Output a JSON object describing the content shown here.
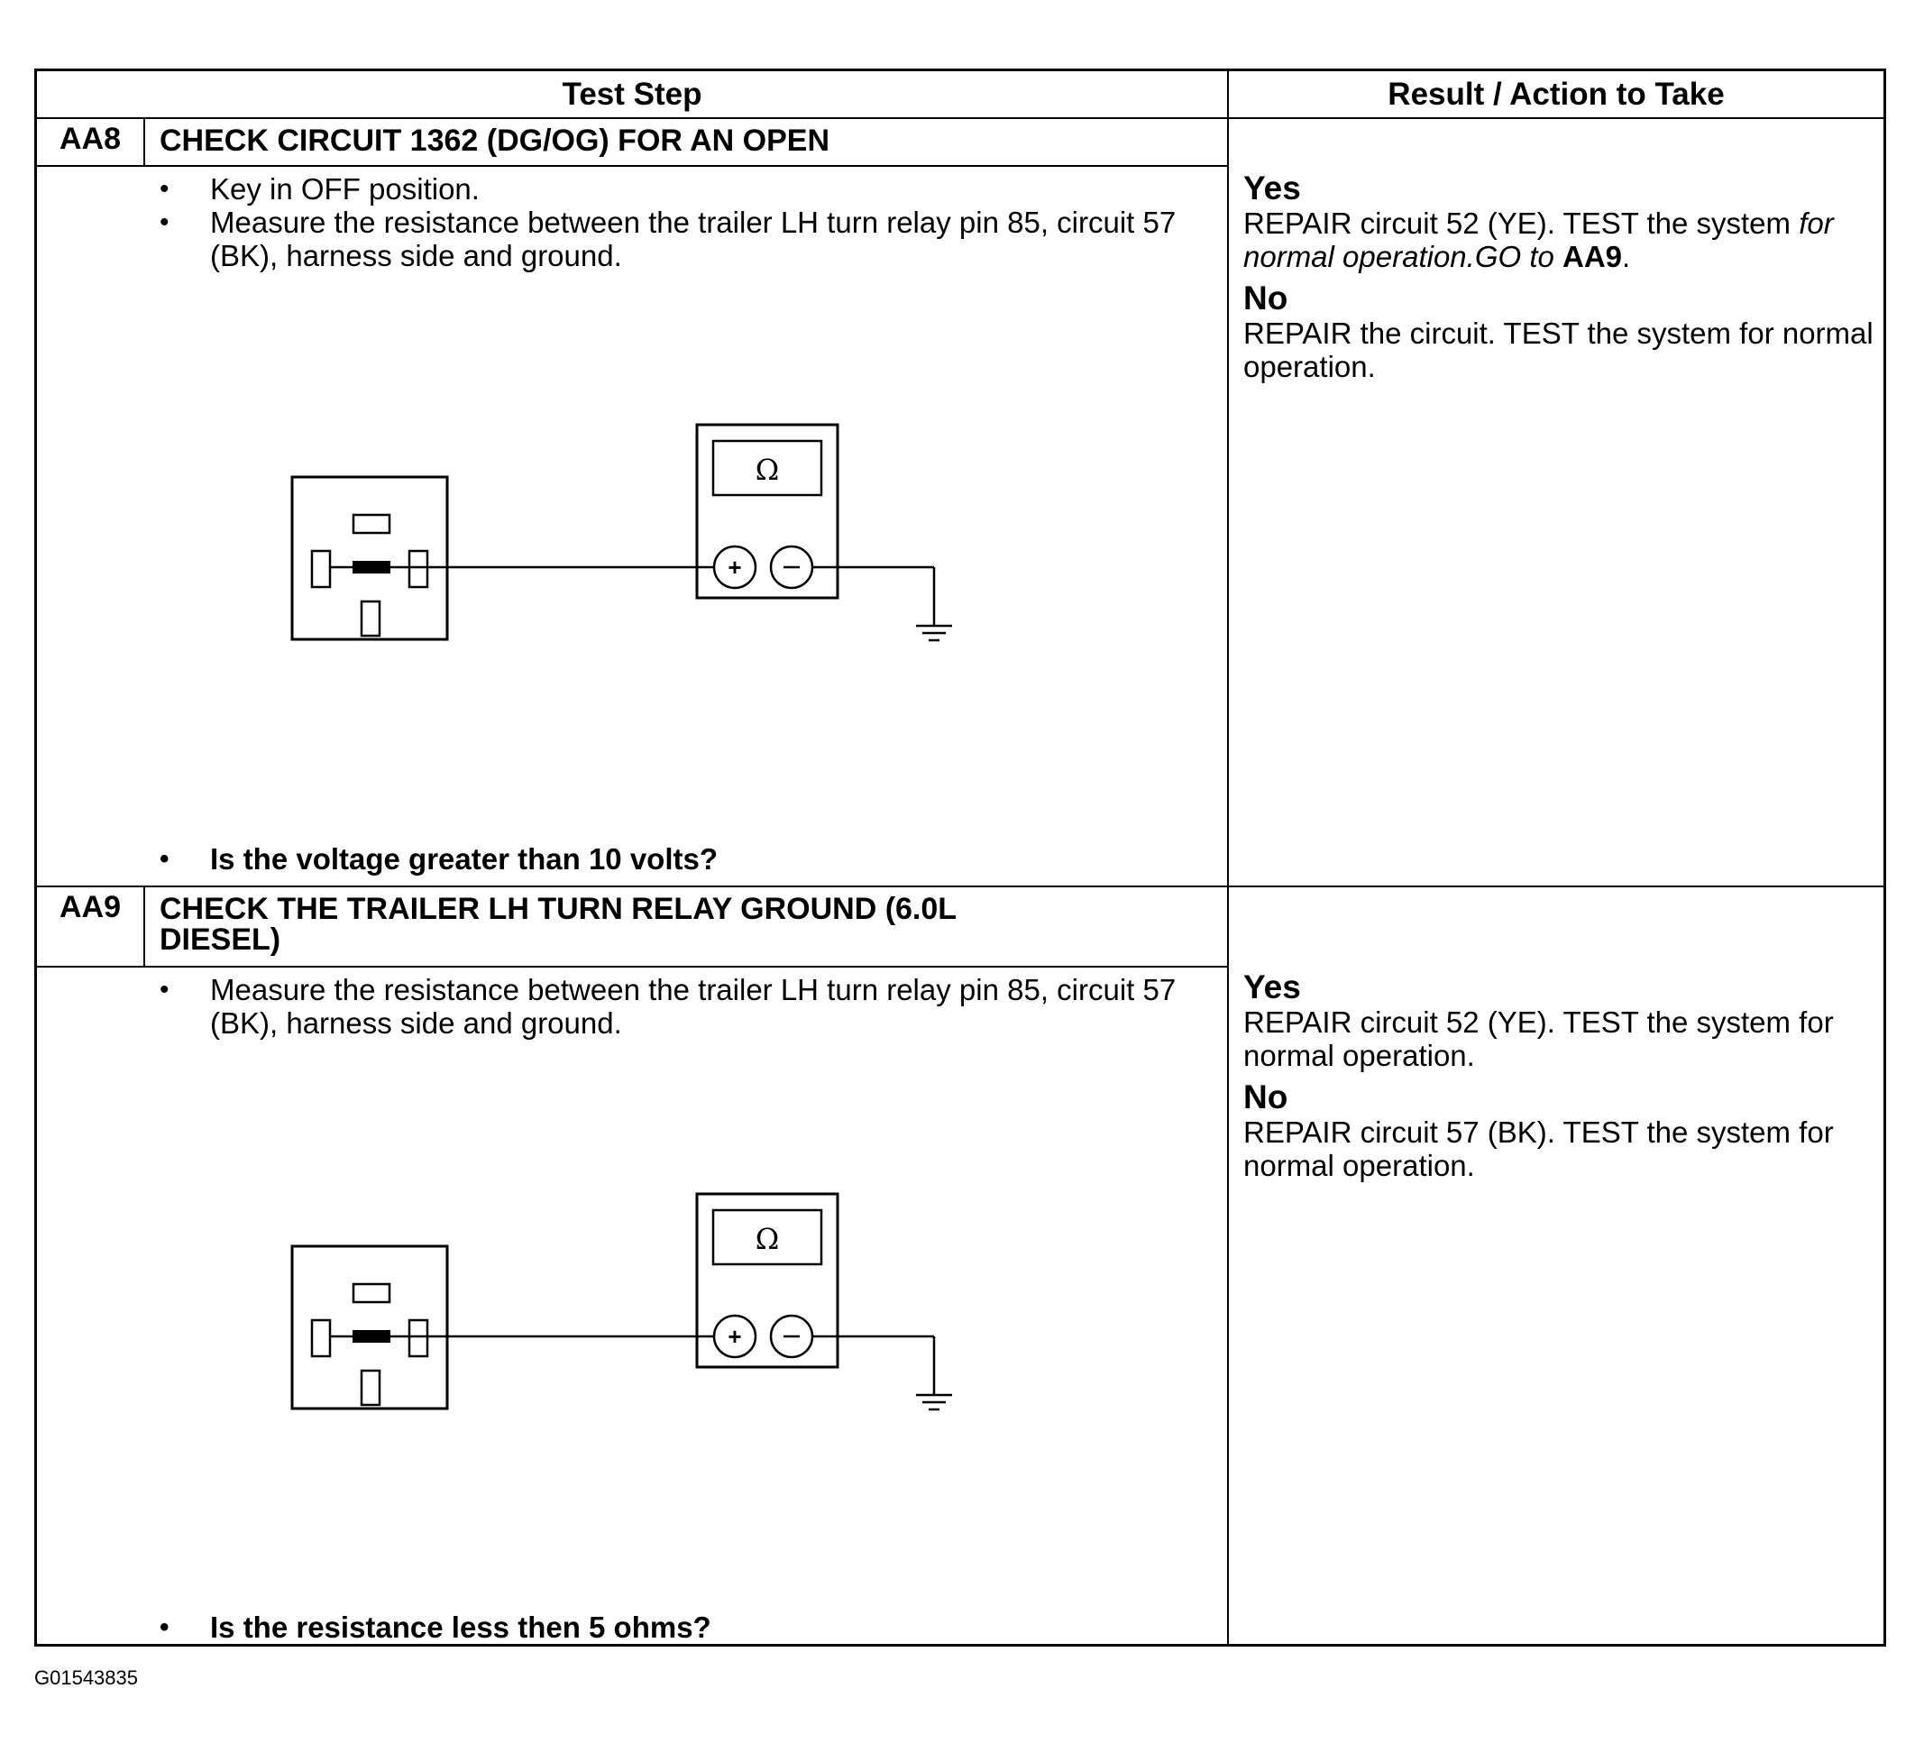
{
  "header": {
    "test_step": "Test Step",
    "result_action": "Result / Action to Take"
  },
  "steps": [
    {
      "id": "AA8",
      "title": "CHECK CIRCUIT 1362 (DG/OG) FOR AN OPEN",
      "bullets": [
        "Key in OFF position.",
        "Measure the resistance between the trailer LH turn relay pin 85, circuit 57 (BK), harness side and ground."
      ],
      "question": "Is the voltage greater than 10 volts?",
      "meter_symbol": "Ω",
      "result": {
        "yes_label": "Yes",
        "yes_text": "REPAIR circuit 52 (YE). TEST the system",
        "yes_italic": "for normal operation.GO to",
        "yes_goto": "AA9",
        "yes_end": ".",
        "no_label": "No",
        "no_text": "REPAIR the circuit. TEST the system for normal operation."
      }
    },
    {
      "id": "AA9",
      "title": "CHECK THE TRAILER LH TURN RELAY GROUND (6.0L DIESEL)",
      "bullets": [
        "Measure the resistance between the trailer LH turn relay pin 85, circuit 57 (BK), harness side and ground."
      ],
      "question": "Is the resistance less then 5 ohms?",
      "meter_symbol": "Ω",
      "result": {
        "yes_label": "Yes",
        "yes_text": "REPAIR circuit 52 (YE). TEST the system for normal operation.",
        "no_label": "No",
        "no_text": "REPAIR circuit 57 (BK). TEST the system for normal operation."
      }
    }
  ],
  "figure_code": "G01543835"
}
